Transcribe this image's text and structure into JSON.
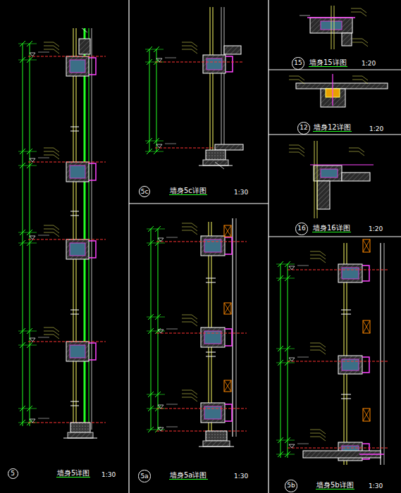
{
  "diagram": {
    "nodes": [
      {
        "text": [
          "15"
        ]
      },
      {
        "text": [
          "12"
        ]
      },
      {
        "text": [
          "5c"
        ]
      },
      {
        "text": [
          "16"
        ]
      },
      {
        "text": [
          "5"
        ]
      },
      {
        "text": [
          "5a"
        ]
      },
      {
        "text": [
          "5b"
        ]
      }
    ],
    "labels": [
      "墙身15详图",
      "1:20",
      "墙身12详图",
      "1:20",
      "墙身5c详图",
      "1:30",
      "墙身16详图",
      "1:20",
      "墙身5详图",
      "1:30",
      "墙身5a详图",
      "1:30",
      "墙身5b详图",
      "1:30"
    ]
  }
}
